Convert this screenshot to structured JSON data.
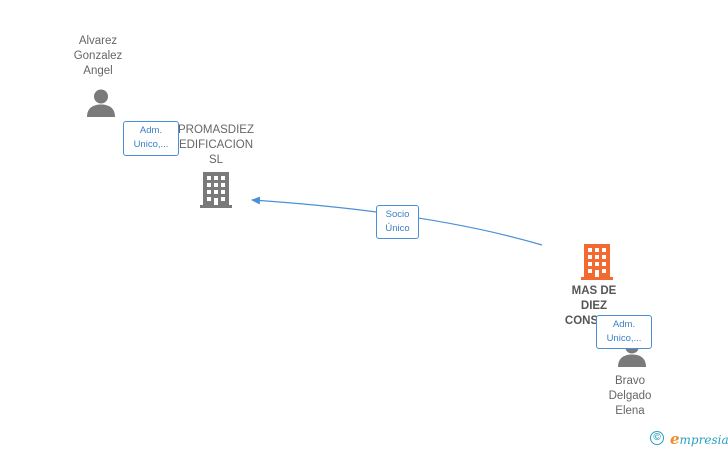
{
  "nodes": {
    "person_alvarez": {
      "lines": [
        "Alvarez",
        "Gonzalez",
        "Angel"
      ],
      "icon": "person-icon",
      "color": "#7a7a7a"
    },
    "company_promasdiez": {
      "lines": [
        "PROMASDIEZ",
        "EDIFICACION",
        "SL"
      ],
      "icon": "building-icon",
      "color": "#7a7a7a"
    },
    "company_mas_de_diez": {
      "lines": [
        "MAS DE",
        "DIEZ",
        "CONSUL..."
      ],
      "icon": "building-icon",
      "color": "#f26a30"
    },
    "person_bravo": {
      "lines": [
        "Bravo",
        "Delgado",
        "Elena"
      ],
      "icon": "person-icon",
      "color": "#7a7a7a"
    }
  },
  "edges": [
    {
      "label": [
        "Adm.",
        "Unico,..."
      ]
    },
    {
      "label": [
        "Socio",
        "Único"
      ]
    },
    {
      "label": [
        "Adm.",
        "Unico,..."
      ]
    }
  ],
  "colors": {
    "edge": "#4a8fd8",
    "focus": "#f26a30",
    "neutral": "#7a7a7a"
  },
  "watermark": {
    "copyright": "©",
    "brand_initial": "e",
    "brand_rest": "mpresia"
  }
}
